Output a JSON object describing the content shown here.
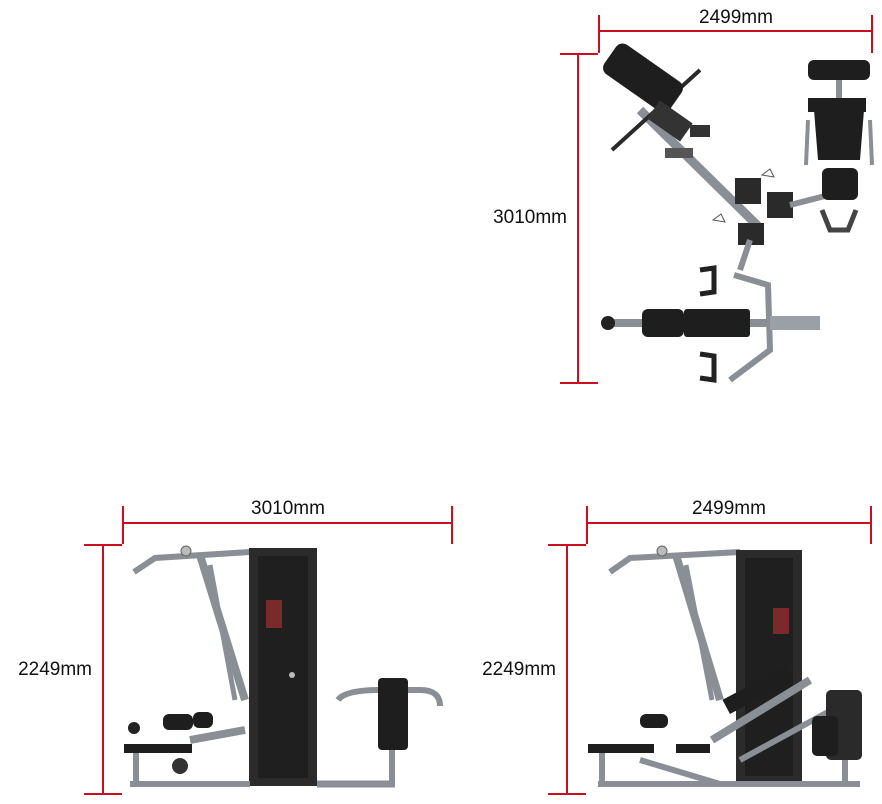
{
  "top_view": {
    "width_label": "2499mm",
    "depth_label": "3010mm"
  },
  "side_view": {
    "length_label": "3010mm",
    "height_label": "2249mm"
  },
  "front_view": {
    "width_label": "2499mm",
    "height_label": "2249mm"
  },
  "colors": {
    "dimension_line": "#c8101e",
    "frame": "#8a8f96",
    "pad": "#1e1e1e",
    "stack": "#2b2b2b"
  }
}
